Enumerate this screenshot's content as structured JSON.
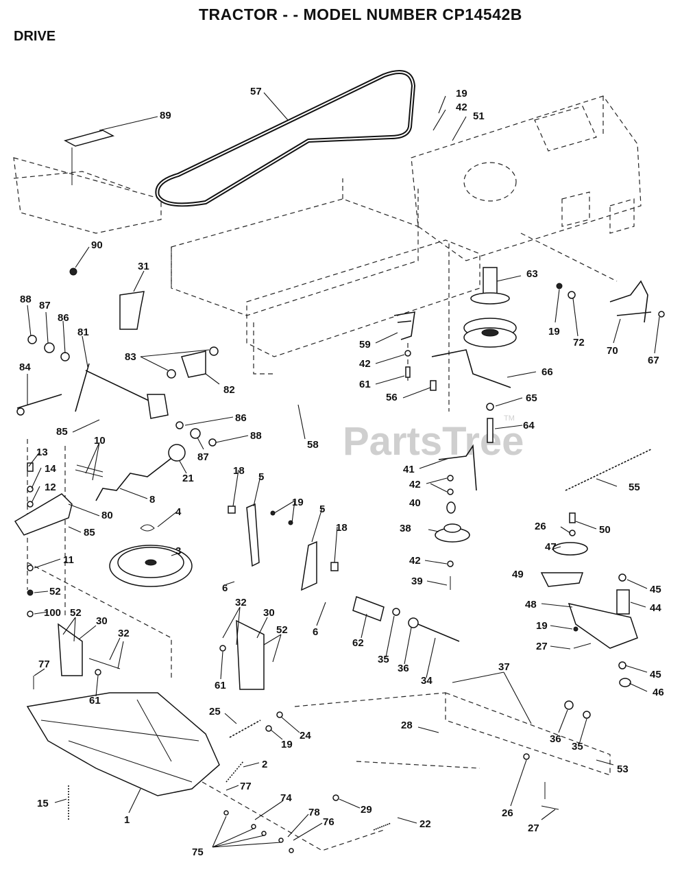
{
  "header": {
    "title": "TRACTOR - - MODEL NUMBER CP14542B",
    "section": "DRIVE"
  },
  "watermark": {
    "text": "PartsTree",
    "mark": "TM"
  },
  "callouts": [
    "57",
    "19",
    "42",
    "51",
    "89",
    "90",
    "31",
    "63",
    "88",
    "87",
    "86",
    "81",
    "83",
    "82",
    "19",
    "72",
    "70",
    "67",
    "59",
    "42",
    "61",
    "56",
    "66",
    "65",
    "64",
    "84",
    "85",
    "58",
    "86",
    "88",
    "87",
    "13",
    "14",
    "12",
    "10",
    "21",
    "8",
    "41",
    "42",
    "40",
    "55",
    "80",
    "85",
    "18",
    "5",
    "19",
    "5",
    "18",
    "4",
    "3",
    "11",
    "38",
    "26",
    "50",
    "47",
    "42",
    "39",
    "6",
    "6",
    "52",
    "100",
    "52",
    "30",
    "32",
    "32",
    "30",
    "52",
    "49",
    "45",
    "44",
    "48",
    "19",
    "27",
    "62",
    "35",
    "36",
    "34",
    "77",
    "61",
    "61",
    "37",
    "45",
    "46",
    "25",
    "24",
    "19",
    "28",
    "36",
    "35",
    "53",
    "2",
    "77",
    "15",
    "1",
    "74",
    "29",
    "78",
    "76",
    "22",
    "26",
    "27",
    "75"
  ]
}
